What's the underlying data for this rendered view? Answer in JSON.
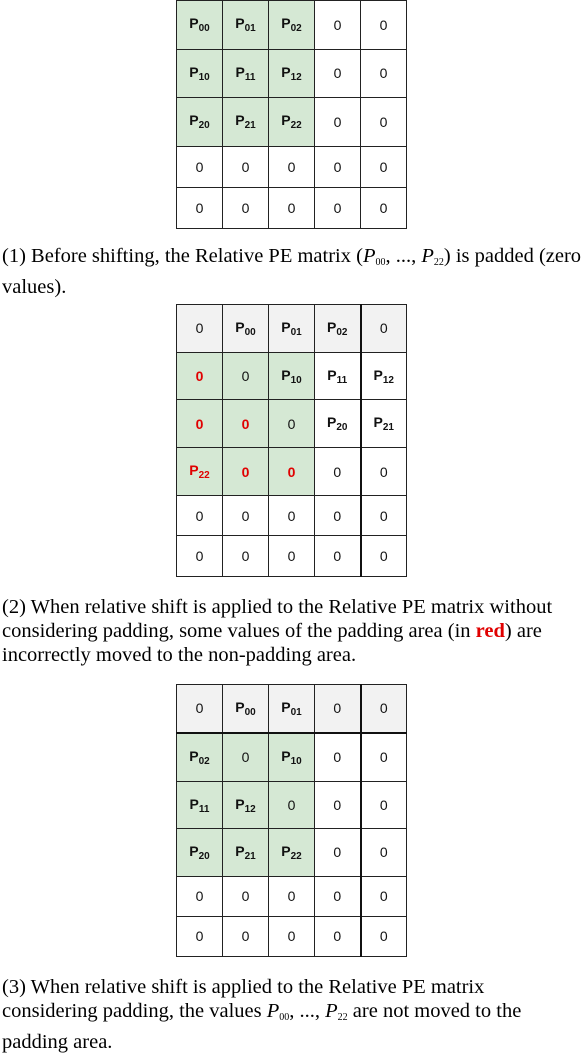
{
  "matrices": [
    {
      "rows": [
        [
          [
            "P",
            "00",
            "g"
          ],
          [
            "P",
            "01",
            "g"
          ],
          [
            "P",
            "02",
            "g"
          ],
          [
            "0",
            "",
            ""
          ],
          [
            "0",
            "",
            ""
          ]
        ],
        [
          [
            "P",
            "10",
            "g"
          ],
          [
            "P",
            "11",
            "g"
          ],
          [
            "P",
            "12",
            "g"
          ],
          [
            "0",
            "",
            ""
          ],
          [
            "0",
            "",
            ""
          ]
        ],
        [
          [
            "P",
            "20",
            "g"
          ],
          [
            "P",
            "21",
            "g"
          ],
          [
            "P",
            "22",
            "g"
          ],
          [
            "0",
            "",
            ""
          ],
          [
            "0",
            "",
            ""
          ]
        ],
        [
          [
            "0",
            "",
            ""
          ],
          [
            "0",
            "",
            ""
          ],
          [
            "0",
            "",
            ""
          ],
          [
            "0",
            "",
            ""
          ],
          [
            "0",
            "",
            ""
          ]
        ],
        [
          [
            "0",
            "",
            ""
          ],
          [
            "0",
            "",
            ""
          ],
          [
            "0",
            "",
            ""
          ],
          [
            "0",
            "",
            ""
          ],
          [
            "0",
            "",
            ""
          ]
        ]
      ]
    },
    {
      "rows": [
        [
          [
            "0",
            "",
            "s"
          ],
          [
            "P",
            "00",
            "s"
          ],
          [
            "P",
            "01",
            "s"
          ],
          [
            "P",
            "02",
            "s"
          ],
          [
            "0",
            "",
            "s"
          ]
        ],
        [
          [
            "0",
            "",
            "gr"
          ],
          [
            "0",
            "",
            "g"
          ],
          [
            "P",
            "10",
            "g"
          ],
          [
            "P",
            "11",
            ""
          ],
          [
            "P",
            "12",
            ""
          ]
        ],
        [
          [
            "0",
            "",
            "gr"
          ],
          [
            "0",
            "",
            "gr"
          ],
          [
            "0",
            "",
            "g"
          ],
          [
            "P",
            "20",
            ""
          ],
          [
            "P",
            "21",
            ""
          ]
        ],
        [
          [
            "P",
            "22",
            "gr"
          ],
          [
            "0",
            "",
            "gr"
          ],
          [
            "0",
            "",
            "gr"
          ],
          [
            "0",
            "",
            ""
          ],
          [
            "0",
            "",
            ""
          ]
        ],
        [
          [
            "0",
            "",
            ""
          ],
          [
            "0",
            "",
            ""
          ],
          [
            "0",
            "",
            ""
          ],
          [
            "0",
            "",
            ""
          ],
          [
            "0",
            "",
            ""
          ]
        ],
        [
          [
            "0",
            "",
            ""
          ],
          [
            "0",
            "",
            ""
          ],
          [
            "0",
            "",
            ""
          ],
          [
            "0",
            "",
            ""
          ],
          [
            "0",
            "",
            ""
          ]
        ]
      ]
    },
    {
      "rows": [
        [
          [
            "0",
            "",
            "s"
          ],
          [
            "P",
            "00",
            "s"
          ],
          [
            "P",
            "01",
            "s"
          ],
          [
            "0",
            "",
            "s"
          ],
          [
            "0",
            "",
            "s"
          ]
        ],
        [
          [
            "P",
            "02",
            "g"
          ],
          [
            "0",
            "",
            "g"
          ],
          [
            "P",
            "10",
            "g"
          ],
          [
            "0",
            "",
            ""
          ],
          [
            "0",
            "",
            ""
          ]
        ],
        [
          [
            "P",
            "11",
            "g"
          ],
          [
            "P",
            "12",
            "g"
          ],
          [
            "0",
            "",
            "g"
          ],
          [
            "0",
            "",
            ""
          ],
          [
            "0",
            "",
            ""
          ]
        ],
        [
          [
            "P",
            "20",
            "g"
          ],
          [
            "P",
            "21",
            "g"
          ],
          [
            "P",
            "22",
            "g"
          ],
          [
            "0",
            "",
            ""
          ],
          [
            "0",
            "",
            ""
          ]
        ],
        [
          [
            "0",
            "",
            ""
          ],
          [
            "0",
            "",
            ""
          ],
          [
            "0",
            "",
            ""
          ],
          [
            "0",
            "",
            ""
          ],
          [
            "0",
            "",
            ""
          ]
        ],
        [
          [
            "0",
            "",
            ""
          ],
          [
            "0",
            "",
            ""
          ],
          [
            "0",
            "",
            ""
          ],
          [
            "0",
            "",
            ""
          ],
          [
            "0",
            "",
            ""
          ]
        ]
      ]
    }
  ],
  "captions": {
    "c1": {
      "a": "(1) Before shifting, the Relative PE matrix (",
      "p00": "P",
      "p00_sub": "00",
      "mid": ", ..., ",
      "p22": "P",
      "p22_sub": "22",
      "b": ") is padded (zero values)."
    },
    "c2": {
      "a": "(2) When relative shift is applied to the Relative PE matrix without considering padding, some values of the padding area (in ",
      "red_word": "red",
      "b": ") are incorrectly moved to the non-padding area."
    },
    "c3": {
      "a": "(3) When relative shift is applied to the Relative PE matrix considering padding, the values ",
      "p00": "P",
      "p00_sub": "00",
      "mid": ", ..., ",
      "p22": "P",
      "p22_sub": "22",
      "b": " are not moved to the padding area."
    }
  },
  "colors": {
    "valid_region": "#d5e8d4",
    "shifted_row": "#f2f2f2",
    "wrong_value": "#e00000"
  }
}
